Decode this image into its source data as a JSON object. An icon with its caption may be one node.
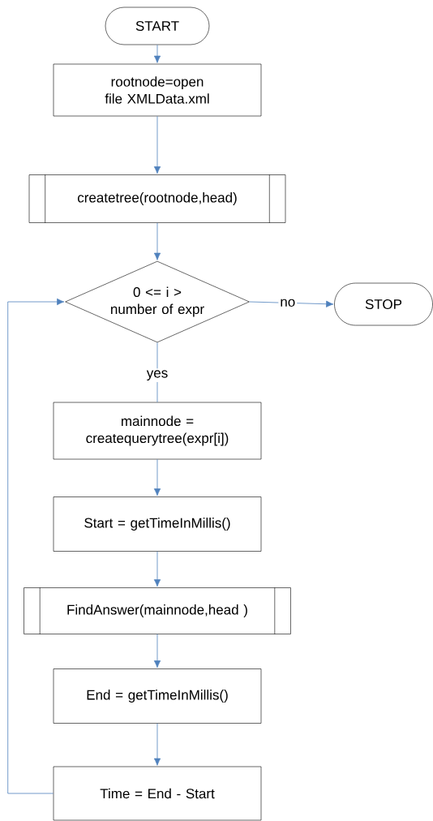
{
  "diagram": {
    "nodes": [
      {
        "text": [
          "START"
        ]
      },
      {
        "text": [
          "rootnode=open file XMLData.xml"
        ]
      },
      {
        "text": [
          "createtree(rootnode,head)"
        ]
      },
      {
        "text": [
          "0 <= i > number of expr"
        ]
      },
      {
        "text": [
          "STOP"
        ]
      },
      {
        "text": [
          "mainnode = createquerytree(expr[i])"
        ]
      },
      {
        "text": [
          "Start = getTimeInMillis()"
        ]
      },
      {
        "text": [
          "FindAnswer(mainnode,head )"
        ]
      },
      {
        "text": [
          "End = getTimeInMillis()"
        ]
      },
      {
        "text": [
          "Time = End - Start"
        ]
      }
    ],
    "edges": [
      {
        "from": 0,
        "to": 1,
        "arrow": "to"
      },
      {
        "from": 1,
        "to": 2,
        "arrow": "to"
      },
      {
        "from": 2,
        "to": 3,
        "arrow": "to"
      },
      {
        "from": 3,
        "to": 4,
        "arrow": "to",
        "label": "no"
      },
      {
        "from": 3,
        "to": 5,
        "arrow": "none",
        "label": "yes"
      },
      {
        "from": 5,
        "to": 6,
        "arrow": "to"
      },
      {
        "from": 6,
        "to": 7,
        "arrow": "to"
      },
      {
        "from": 7,
        "to": 8,
        "arrow": "to"
      },
      {
        "from": 8,
        "to": 9,
        "arrow": "to"
      },
      {
        "from": 9,
        "to": 3,
        "arrow": "to"
      }
    ]
  }
}
